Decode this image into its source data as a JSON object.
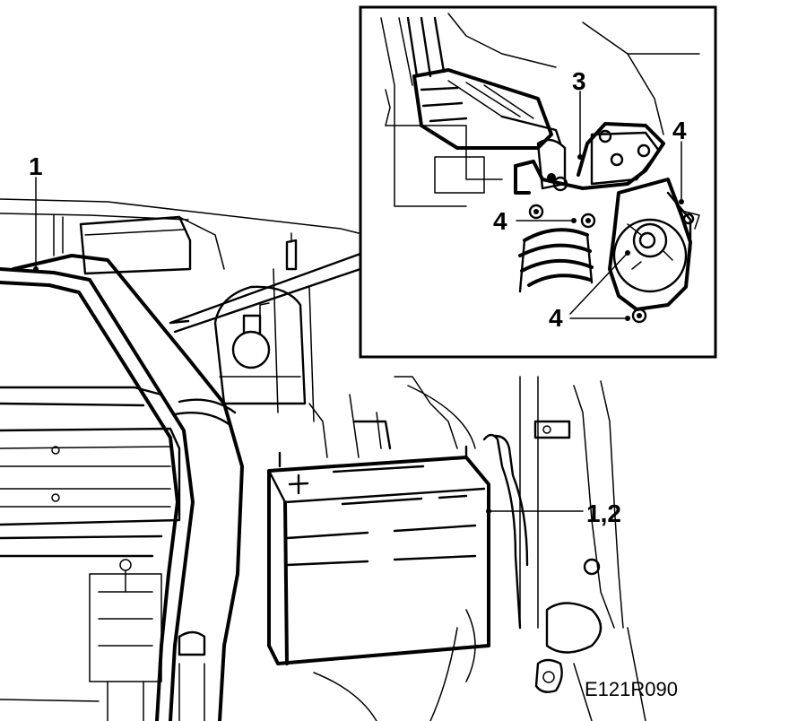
{
  "callouts": {
    "main_label_1": "1",
    "main_label_1_2": "1,2",
    "inset_label_3": "3",
    "inset_label_4_top_right": "4",
    "inset_label_4_left": "4",
    "inset_label_4_bottom": "4"
  },
  "reference_code": "E121R090"
}
